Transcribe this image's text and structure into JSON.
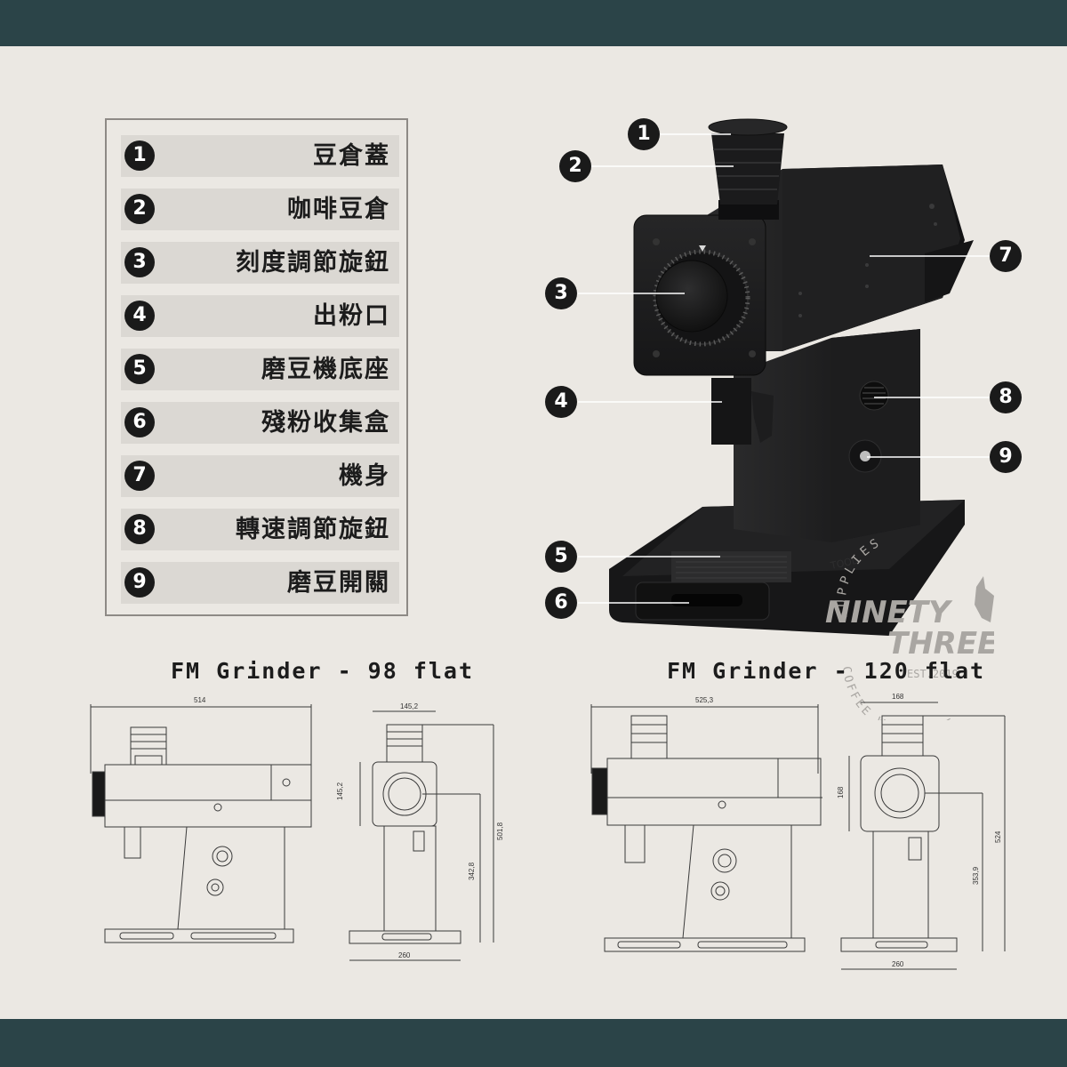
{
  "legend": {
    "items": [
      {
        "num": "1",
        "label": "豆倉蓋"
      },
      {
        "num": "2",
        "label": "咖啡豆倉"
      },
      {
        "num": "3",
        "label": "刻度調節旋鈕"
      },
      {
        "num": "4",
        "label": "出粉口"
      },
      {
        "num": "5",
        "label": "磨豆機底座"
      },
      {
        "num": "6",
        "label": "殘粉收集盒"
      },
      {
        "num": "7",
        "label": "機身"
      },
      {
        "num": "8",
        "label": "轉速調節旋鈕"
      },
      {
        "num": "9",
        "label": "磨豆開關"
      }
    ]
  },
  "product": {
    "callouts": [
      "1",
      "2",
      "3",
      "4",
      "5",
      "6",
      "7",
      "8",
      "9"
    ],
    "emboss_text": "TOOL"
  },
  "drawings": {
    "left": {
      "title": "FM Grinder - 98 flat",
      "dims": {
        "width": "514",
        "side_width": "145,2",
        "head_height": "145,2",
        "total_height": "501,8",
        "spout_height": "342,8",
        "base_depth": "260"
      }
    },
    "right": {
      "title": "FM Grinder - 120 flat",
      "dims": {
        "width": "525,3",
        "side_width": "168",
        "head_height": "168",
        "total_height": "524",
        "spout_height": "353,9",
        "base_depth": "260"
      }
    }
  },
  "watermark": {
    "brand_line1": "NINETY",
    "brand_line2": "THREE",
    "arc_top": "SUPPLIES",
    "established": "EST.2019",
    "arc_bottom": "COFFEE WHOLESALE"
  },
  "colors": {
    "band": "#2b4448",
    "background": "#ebe8e3",
    "machine": "#1b1b1c"
  }
}
